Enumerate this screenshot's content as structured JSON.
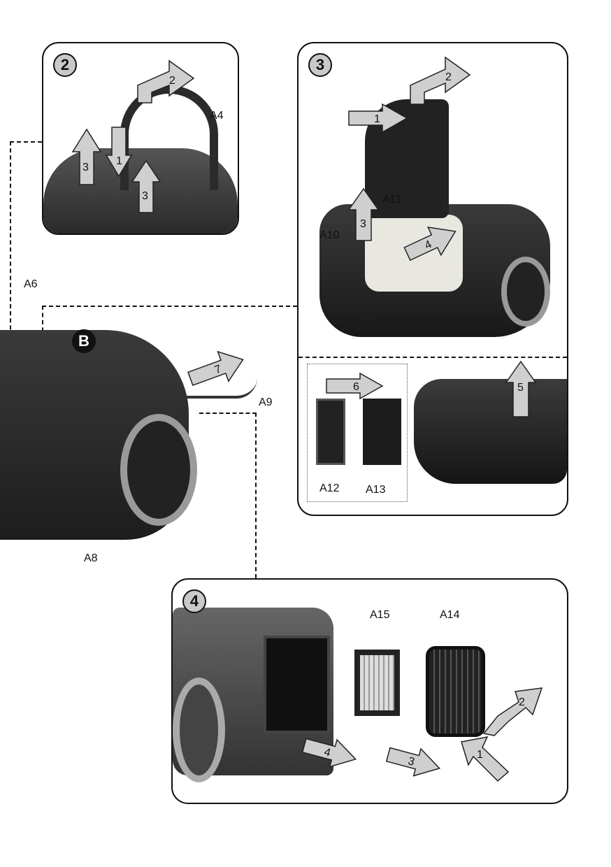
{
  "panels": {
    "p2": {
      "number": "2",
      "labels": {
        "a4": "A4"
      },
      "arrows": [
        "2",
        "1",
        "3",
        "3"
      ]
    },
    "p3": {
      "number": "3",
      "labels": {
        "a10": "A10",
        "a11": "A11",
        "a12": "A12",
        "a13": "A13"
      },
      "arrows": [
        "1",
        "2",
        "3",
        "4",
        "5",
        "6"
      ]
    },
    "p4": {
      "number": "4",
      "labels": {
        "a14": "A14",
        "a15": "A15"
      },
      "arrows": [
        "1",
        "2",
        "3",
        "4"
      ]
    }
  },
  "main": {
    "badge": "B",
    "labels": {
      "a6": "A6",
      "a8": "A8",
      "a9": "A9"
    },
    "arrows": [
      "7"
    ]
  }
}
